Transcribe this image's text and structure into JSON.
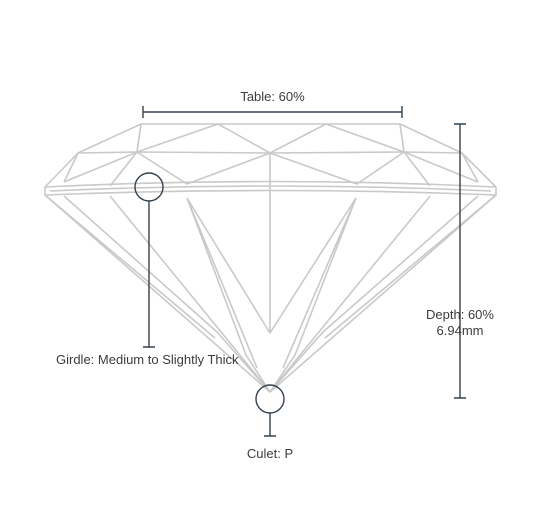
{
  "labels": {
    "table": "Table: 60%",
    "girdle": "Girdle: Medium to Slightly Thick",
    "depth_percent": "Depth: 60%",
    "depth_mm": "6.94mm",
    "culet": "Culet: P"
  },
  "colors": {
    "facet": "#c9c9c9",
    "marker": "#33414e",
    "text": "#3c3c3c"
  }
}
